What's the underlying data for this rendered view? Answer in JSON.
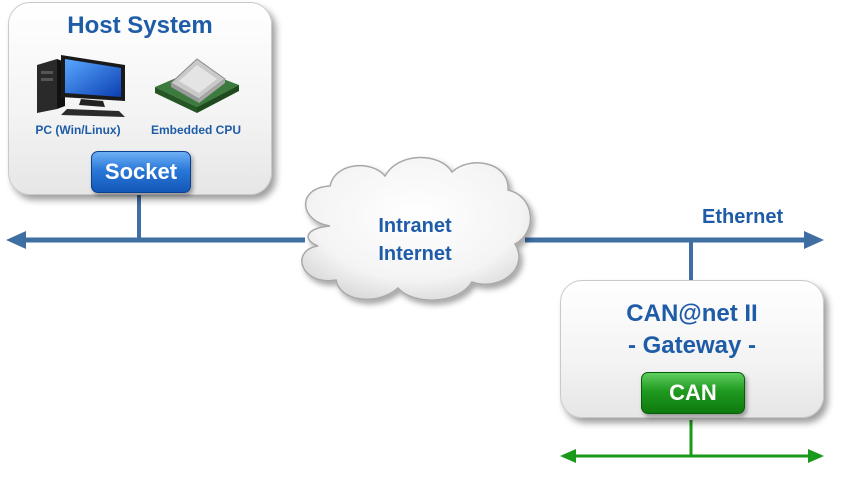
{
  "host": {
    "title": "Host System",
    "pc_caption": "PC (Win/Linux)",
    "cpu_caption": "Embedded CPU",
    "socket_label": "Socket"
  },
  "network": {
    "cloud_line1": "Intranet",
    "cloud_line2": "Internet",
    "ethernet_label": "Ethernet"
  },
  "gateway": {
    "title_line1": "CAN@net II",
    "title_line2": "- Gateway -",
    "can_label": "CAN"
  },
  "icons": {
    "pc": "desktop-computer-icon",
    "cpu": "cpu-chip-icon",
    "cloud": "cloud-icon"
  },
  "colors": {
    "title_text": "#1f5ca8",
    "ethernet_line": "#3f6ea3",
    "can_line": "#1a9a1a",
    "socket_button": "#2a78d8",
    "can_button": "#1f9a1f"
  }
}
